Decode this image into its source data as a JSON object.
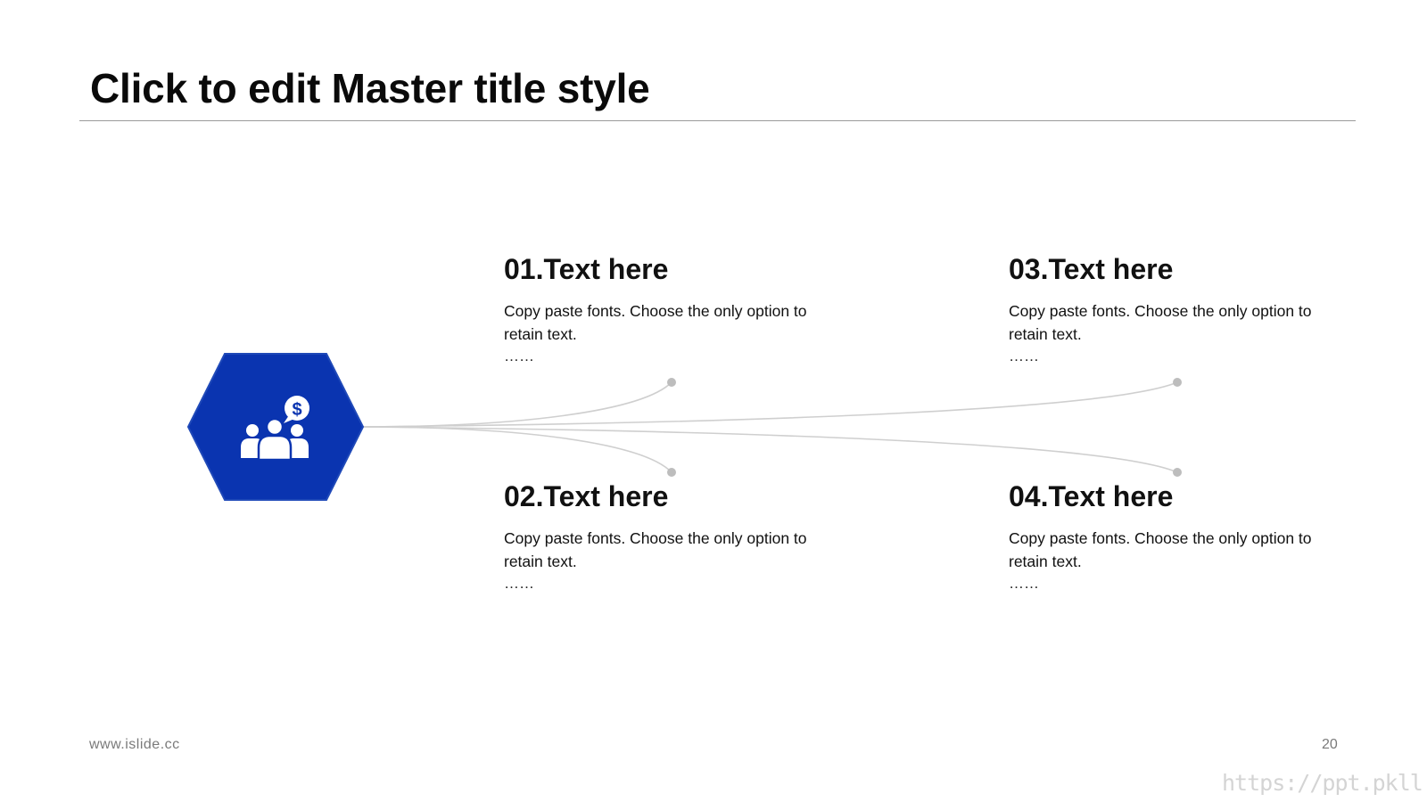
{
  "slide": {
    "title": "Click to edit Master title style",
    "footer_left": "www.islide.cc",
    "page_number": "20",
    "watermark": "https://ppt.pkll.de"
  },
  "hub": {
    "icon": "people-dollar-icon",
    "fill_color": "#0a34b0",
    "stroke_color": "#1f49b8"
  },
  "items": [
    {
      "title": "01.Text here",
      "desc": "Copy paste fonts. Choose the only option to retain text.",
      "dots": "……"
    },
    {
      "title": "02.Text here",
      "desc": "Copy paste fonts. Choose the only option to retain text.",
      "dots": "……"
    },
    {
      "title": "03.Text here",
      "desc": "Copy paste fonts. Choose the only option to retain text.",
      "dots": "……"
    },
    {
      "title": "04.Text here",
      "desc": "Copy paste fonts. Choose the only option to retain text.",
      "dots": "……"
    }
  ],
  "colors": {
    "connector": "#cfcfcf",
    "connector_dot": "#bdbdbd"
  }
}
